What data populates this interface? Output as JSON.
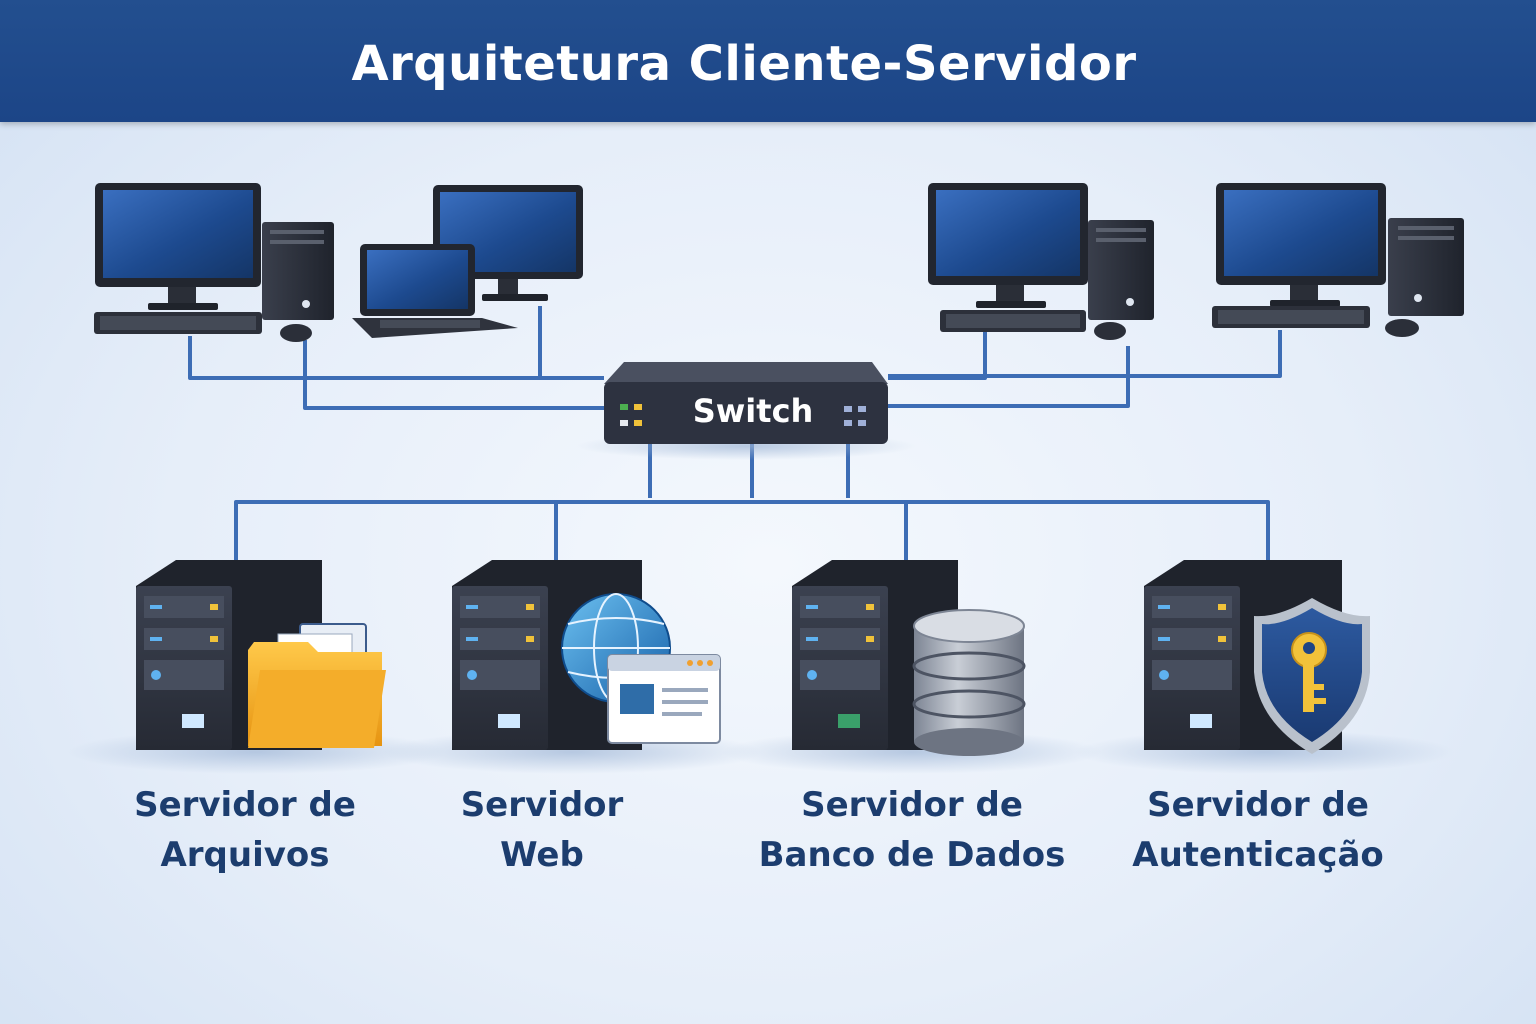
{
  "header": {
    "title": "Arquitetura Cliente-Servidor"
  },
  "switch": {
    "label": "Switch"
  },
  "servers": [
    {
      "line1": "Servidor de",
      "line2": "Arquivos"
    },
    {
      "line1": "Servidor",
      "line2": "Web"
    },
    {
      "line1": "Servidor de",
      "line2": "Banco de Dados"
    },
    {
      "line1": "Servidor de",
      "line2": "Autenticação"
    }
  ],
  "colors": {
    "header": "#1c4587",
    "title_text": "#ffffff",
    "label_text": "#1c3d6e",
    "cable": "#3d6db5",
    "server_body": "#2b2f3a"
  }
}
